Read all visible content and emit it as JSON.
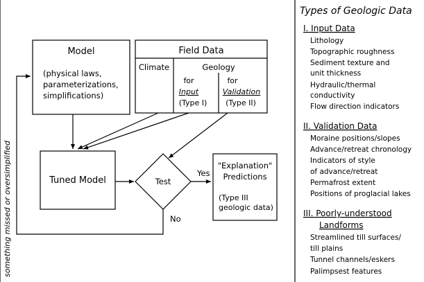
{
  "diagram": {
    "model_box": {
      "title": "Model",
      "lines": [
        "(physical laws,",
        "parameterizations,",
        "simplifications)"
      ]
    },
    "field_data_box": {
      "title": "Field Data",
      "climate": "Climate",
      "geology": "Geology",
      "input_col": {
        "line1": "for",
        "line2": "Input",
        "line3": "(Type I)"
      },
      "validation_col": {
        "line1": "for",
        "line2": "Validation",
        "line3": "(Type II)"
      }
    },
    "tuned_model": "Tuned Model",
    "test": "Test",
    "yes_label": "Yes",
    "no_label": "No",
    "explanation_box": {
      "line1": "\"Explanation\"",
      "line2": "Predictions",
      "line3": "(Type III",
      "line4": "geologic data)"
    },
    "feedback_label": "something missed or oversimplified"
  },
  "sidebar": {
    "title": "Types of Geologic Data",
    "sections": [
      {
        "heading": "I.  Input Data",
        "items": [
          "Lithology",
          "Topographic roughness",
          "Sediment texture and",
          "unit thickness",
          "Hydraulic/thermal",
          "conductivity",
          "Flow direction indicators"
        ]
      },
      {
        "heading": "II.  Validation Data",
        "items": [
          "Moraine positions/slopes",
          "Advance/retreat chronology",
          "Indicators of style",
          "of advance/retreat",
          "Permafrost extent",
          "Positions of proglacial lakes"
        ]
      },
      {
        "heading": "III.  Poorly-understood",
        "heading2": "Landforms",
        "items": [
          "Streamlined till surfaces/",
          "till plains",
          "Tunnel channels/eskers",
          "Palimpsest features"
        ]
      }
    ]
  }
}
